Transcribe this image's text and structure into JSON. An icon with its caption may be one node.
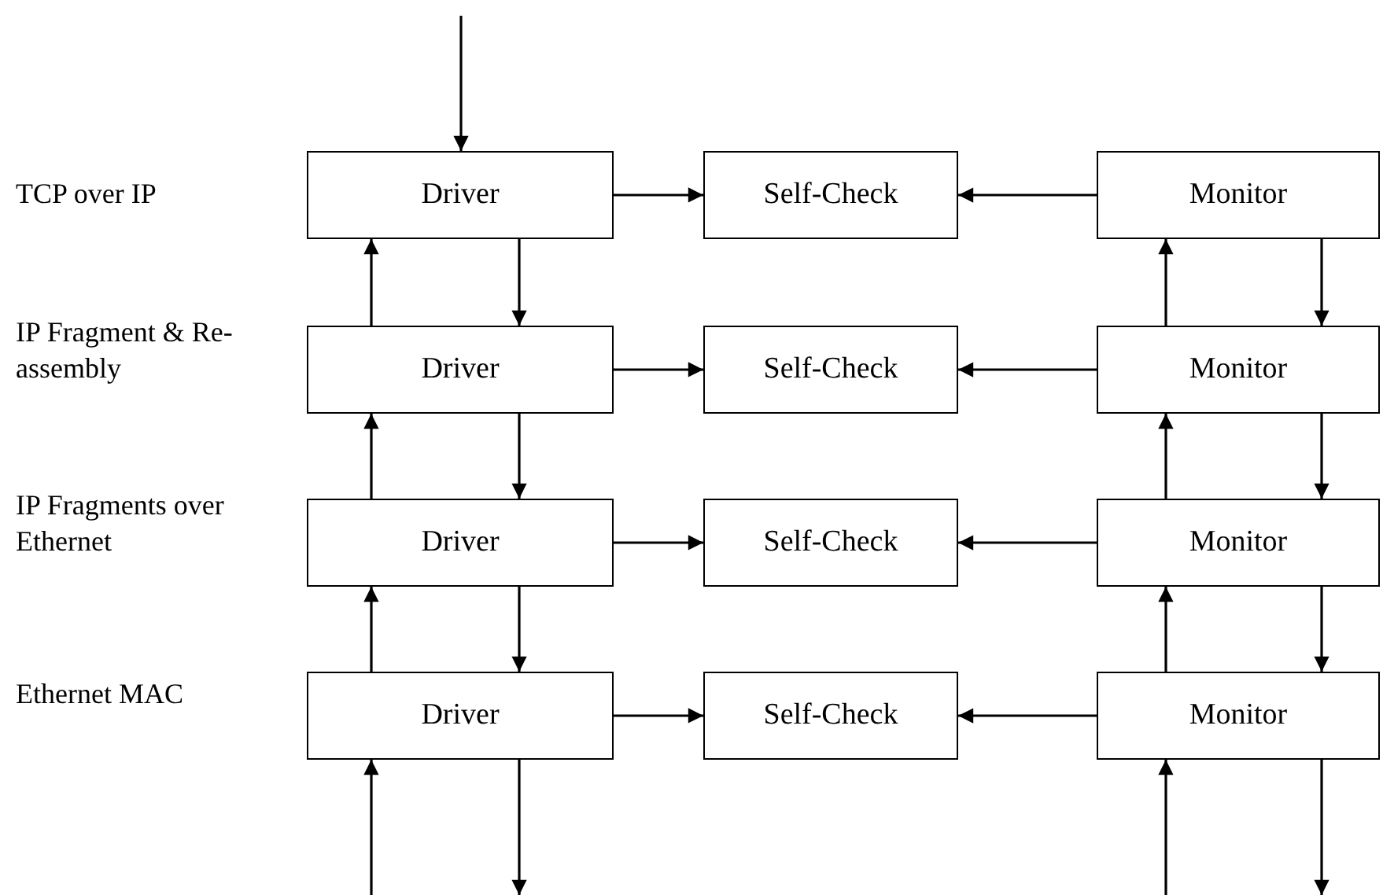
{
  "diagram": {
    "nodes": [
      {
        "text": [
          "Driver"
        ]
      },
      {
        "text": [
          "Self-Check"
        ]
      },
      {
        "text": [
          "Monitor"
        ]
      },
      {
        "text": [
          "Driver"
        ]
      },
      {
        "text": [
          "Self-Check"
        ]
      },
      {
        "text": [
          "Monitor"
        ]
      },
      {
        "text": [
          "Driver"
        ]
      },
      {
        "text": [
          "Self-Check"
        ]
      },
      {
        "text": [
          "Monitor"
        ]
      },
      {
        "text": [
          "Driver"
        ]
      },
      {
        "text": [
          "Self-Check"
        ]
      },
      {
        "text": [
          "Monitor"
        ]
      }
    ],
    "edges": [
      {
        "from": null,
        "to": 0,
        "arrow": "to"
      },
      {
        "from": 0,
        "to": 1,
        "arrow": "to"
      },
      {
        "from": 2,
        "to": 1,
        "arrow": "to"
      },
      {
        "from": 3,
        "to": 0,
        "arrow": "to"
      },
      {
        "from": 0,
        "to": 3,
        "arrow": "to"
      },
      {
        "from": 5,
        "to": 2,
        "arrow": "to"
      },
      {
        "from": 2,
        "to": 5,
        "arrow": "to"
      },
      {
        "from": 3,
        "to": 4,
        "arrow": "to"
      },
      {
        "from": 5,
        "to": 4,
        "arrow": "to"
      },
      {
        "from": 6,
        "to": 3,
        "arrow": "to"
      },
      {
        "from": 3,
        "to": 6,
        "arrow": "to"
      },
      {
        "from": 8,
        "to": 5,
        "arrow": "to"
      },
      {
        "from": 5,
        "to": 8,
        "arrow": "to"
      },
      {
        "from": 6,
        "to": 7,
        "arrow": "to"
      },
      {
        "from": 8,
        "to": 7,
        "arrow": "to"
      },
      {
        "from": 9,
        "to": 6,
        "arrow": "to"
      },
      {
        "from": 6,
        "to": 9,
        "arrow": "to"
      },
      {
        "from": 11,
        "to": 8,
        "arrow": "to"
      },
      {
        "from": 8,
        "to": 11,
        "arrow": "to"
      },
      {
        "from": 9,
        "to": 10,
        "arrow": "to"
      },
      {
        "from": 11,
        "to": 10,
        "arrow": "to"
      },
      {
        "from": null,
        "to": 9,
        "arrow": "to"
      },
      {
        "from": 9,
        "to": null,
        "arrow": "to"
      },
      {
        "from": null,
        "to": 11,
        "arrow": "to"
      },
      {
        "from": 11,
        "to": null,
        "arrow": "to"
      }
    ],
    "labels": [
      "TCP over IP",
      "IP Fragment & Re-assembly",
      "IP Fragments over Ethernet",
      "Ethernet MAC"
    ]
  }
}
